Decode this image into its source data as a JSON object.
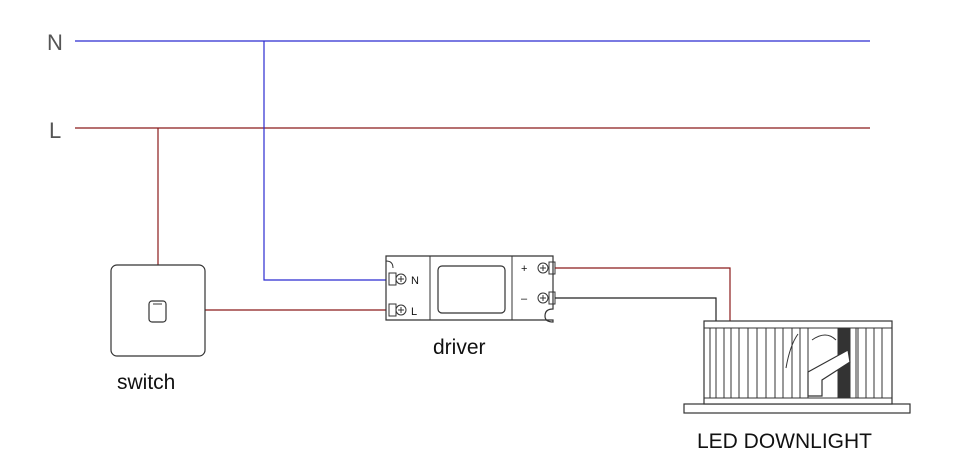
{
  "rails": {
    "neutral": {
      "label": "N",
      "color": "#2b2bd0"
    },
    "live": {
      "label": "L",
      "color": "#8b1a1a"
    }
  },
  "switch": {
    "label": "switch"
  },
  "driver": {
    "label": "driver",
    "input_terminals": [
      "N",
      "L"
    ],
    "output_terminals": [
      "+",
      "–"
    ]
  },
  "downlight": {
    "label": "LED DOWNLIGHT"
  },
  "wire_colors": {
    "output_negative": "#222222",
    "outline": "#333333"
  }
}
